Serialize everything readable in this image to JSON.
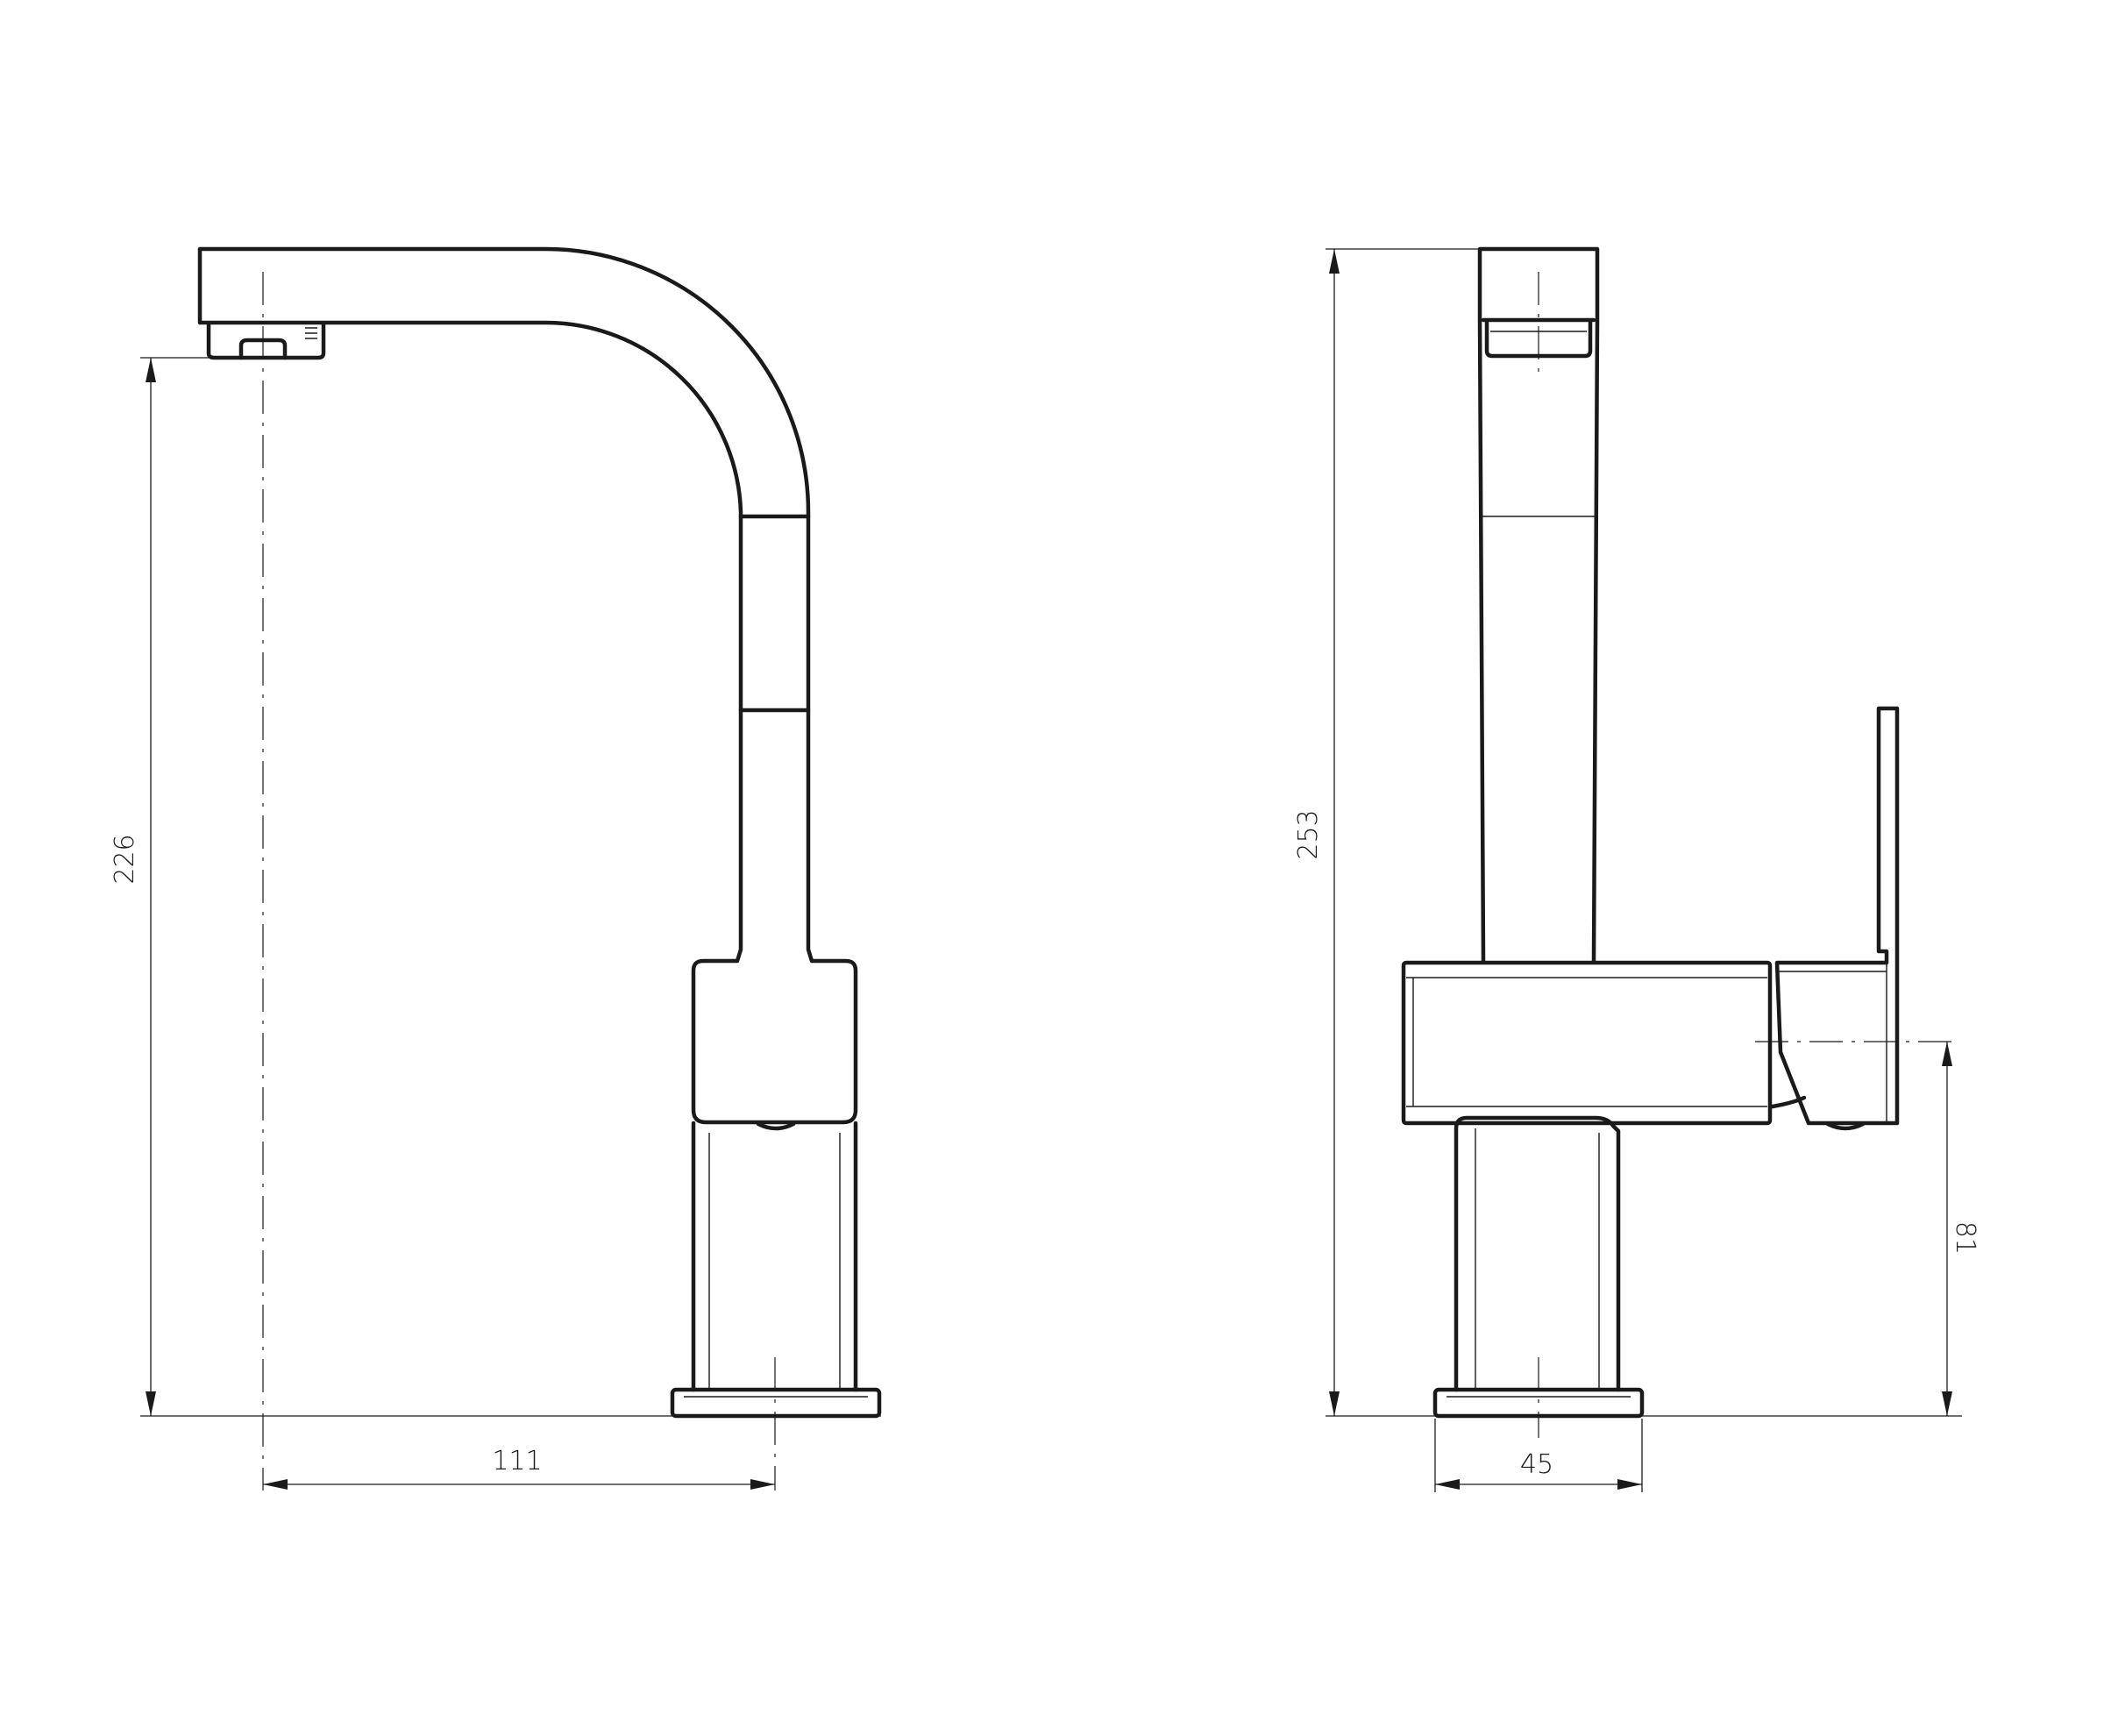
{
  "dimensions": {
    "front_height": "226",
    "front_reach": "111",
    "side_height": "253",
    "lever_height": "81",
    "base_width": "45"
  }
}
